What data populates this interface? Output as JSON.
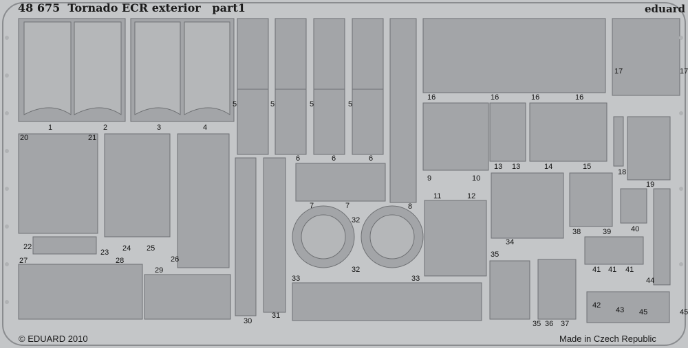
{
  "header": {
    "catalog_number": "48 675",
    "title": "Tornado ECR exterior",
    "part": "part1",
    "brand": "eduard"
  },
  "footer": {
    "copyright": "© EDUARD 2010",
    "origin": "Made in Czech Republic"
  },
  "part_numbers": [
    "1",
    "2",
    "3",
    "4",
    "20",
    "21",
    "5",
    "5",
    "5",
    "5",
    "6",
    "6",
    "6",
    "16",
    "16",
    "16",
    "16",
    "17",
    "17",
    "9",
    "10",
    "13",
    "13",
    "14",
    "15",
    "18",
    "19",
    "7",
    "7",
    "8",
    "11",
    "12",
    "34",
    "38",
    "39",
    "40",
    "22",
    "23",
    "24",
    "25",
    "26",
    "27",
    "28",
    "29",
    "32",
    "32",
    "33",
    "33",
    "35",
    "35",
    "36",
    "37",
    "41",
    "41",
    "41",
    "44",
    "42",
    "43",
    "45",
    "45",
    "30",
    "31"
  ],
  "colors": {
    "fret": "#c4c6c8",
    "part": "#a3a5a8",
    "edge": "#6e7073",
    "text": "#111111"
  }
}
